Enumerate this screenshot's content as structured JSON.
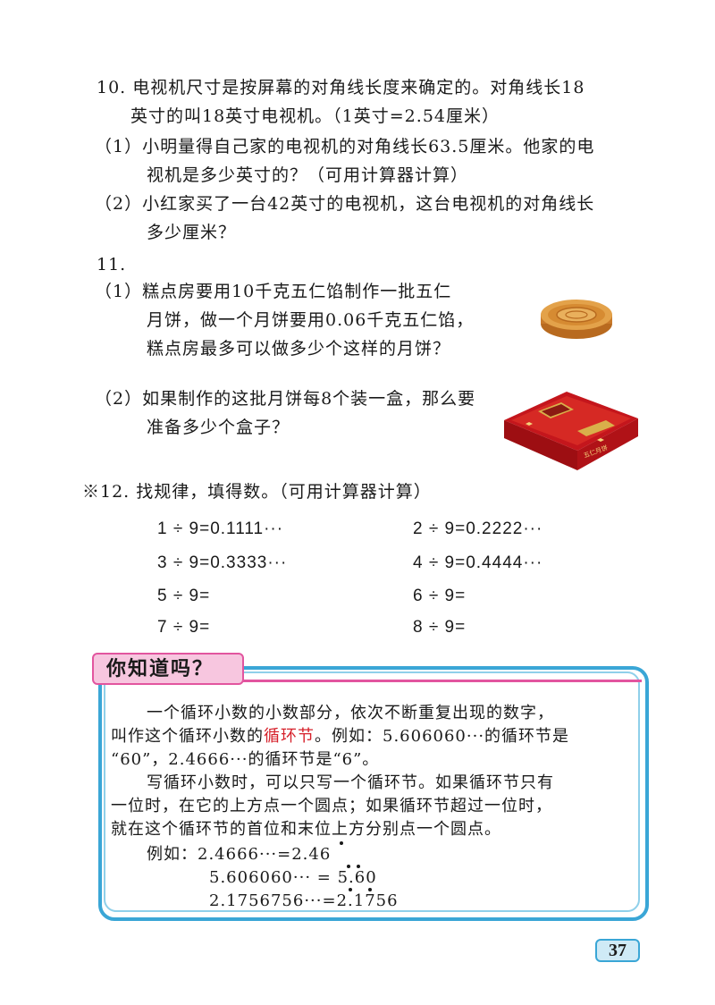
{
  "q10": {
    "line1": "10. 电视机尺寸是按屏幕的对角线长度来确定的。对角线长18",
    "line2": "英寸的叫18英寸电视机。（1英寸=2.54厘米）",
    "p1_line1": "（1）小明量得自己家的电视机的对角线长63.5厘米。他家的电",
    "p1_line2": "视机是多少英寸的？（可用计算器计算）",
    "p2_line1": "（2）小红家买了一台42英寸的电视机，这台电视机的对角线长",
    "p2_line2": "多少厘米？"
  },
  "q11": {
    "number": "11.",
    "p1_line1": "（1）糕点房要用10千克五仁馅制作一批五仁",
    "p1_line2": "月饼，做一个月饼要用0.06千克五仁馅，",
    "p1_line3": "糕点房最多可以做多少个这样的月饼？",
    "p2_line1": "（2）如果制作的这批月饼每8个装一盒，那么要",
    "p2_line2": "准备多少个盒子？",
    "box_label": "五仁月饼"
  },
  "q12": {
    "heading": "※12. 找规律，填得数。（可用计算器计算）",
    "items": [
      "1 ÷ 9=0.1111···",
      "2 ÷ 9=0.2222···",
      "3 ÷ 9=0.3333···",
      "4 ÷ 9=0.4444···",
      "5 ÷ 9=",
      "6 ÷ 9=",
      "7 ÷ 9=",
      "8 ÷ 9="
    ]
  },
  "know": {
    "title": "你知道吗？",
    "l1": "一个循环小数的小数部分，依次不断重复出现的数字，",
    "l2a": "叫作这个循环小数的",
    "l2b": "循环节",
    "l2c": "。例如：5.606060···的循环节是",
    "l3": "“60”，2.4666···的循环节是“6”。",
    "l4": "写循环小数时，可以只写一个循环节。如果循环节只有",
    "l5": "一位时，在它的上方点一个圆点；如果循环节超过一位时，",
    "l6": "就在这个循环节的首位和末位上方分别点一个圆点。",
    "ex1": "例如：2.4666···=2.46",
    "ex2": "5.606060··· = 5.60",
    "ex3": "2.1756756···=2.1756"
  },
  "page_number": "37",
  "colors": {
    "frame_blue": "#3aa6d6",
    "title_pink": "#f7c6df",
    "accent_red": "#d6202a"
  }
}
